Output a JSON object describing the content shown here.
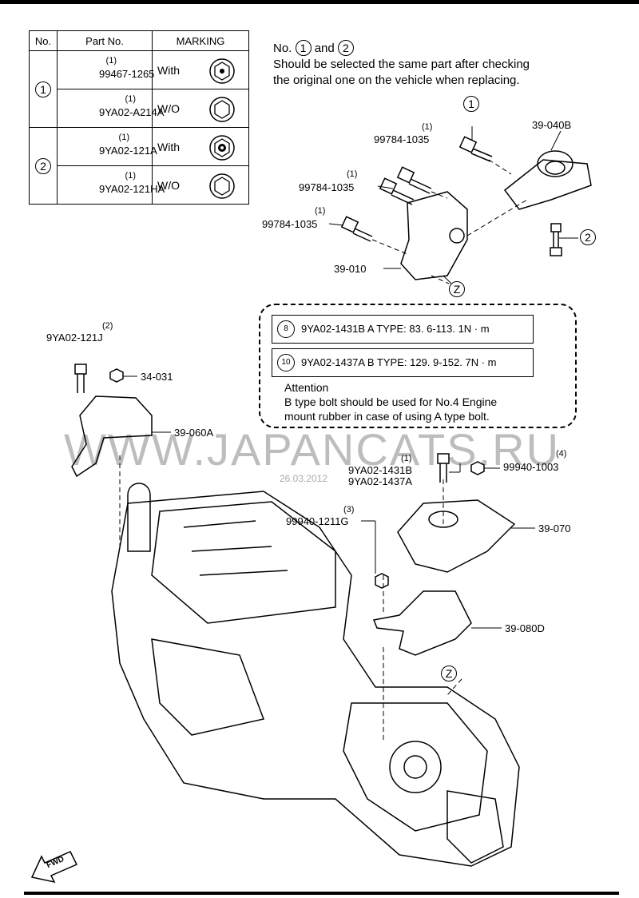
{
  "table": {
    "headers": [
      "No.",
      "Part No.",
      "MARKING"
    ],
    "rows": [
      {
        "no": "1",
        "qty": "(1)",
        "part": "99467-1265",
        "marking": "With"
      },
      {
        "no": "",
        "qty": "(1)",
        "part": "9YA02-A214A",
        "marking": "W/O"
      },
      {
        "no": "2",
        "qty": "(1)",
        "part": "9YA02-121A",
        "marking": "With"
      },
      {
        "no": "",
        "qty": "(1)",
        "part": "9YA02-121HA",
        "marking": "W/O"
      }
    ]
  },
  "notice": {
    "prefix": "No.",
    "n1": "1",
    "and": "and",
    "n2": "2",
    "line2": "Should be selected the same part after checking",
    "line3": "the original one on the vehicle when replacing."
  },
  "torque": {
    "a": {
      "mark": "8",
      "text": "9YA02-1431B  A TYPE: 83. 6-113. 1N · m"
    },
    "b": {
      "mark": "10",
      "text": "9YA02-1437A  B TYPE: 129. 9-152. 7N · m"
    },
    "attention_title": "Attention",
    "attention_line1": "B type bolt should be used for No.4 Engine",
    "attention_line2": "mount rubber in case of using A type bolt."
  },
  "labels": {
    "p1_qty": "(1)",
    "p1": "99784-1035",
    "p2_qty": "(1)",
    "p2": "99784-1035",
    "p3_qty": "(1)",
    "p3": "99784-1035",
    "c1": "1",
    "c2": "2",
    "z1": "Z",
    "z2": "Z",
    "p_040b": "39-040B",
    "p_010": "39-010",
    "p_121j_qty": "(2)",
    "p_121j": "9YA02-121J",
    "p_031": "34-031",
    "p_060a": "39-060A",
    "p_1431b_qty": "(1)",
    "p_1431b": "9YA02-1431B",
    "p_1437a": "9YA02-1437A",
    "p_1003_qty": "(4)",
    "p_1003": "99940-1003",
    "p_070": "39-070",
    "p_1211g_qty": "(3)",
    "p_1211g": "99940-1211G",
    "p_080d": "39-080D",
    "fwd": "FWD"
  },
  "watermark": "WWW.JAPANCATS.RU",
  "watermark_date": "26.03.2012"
}
